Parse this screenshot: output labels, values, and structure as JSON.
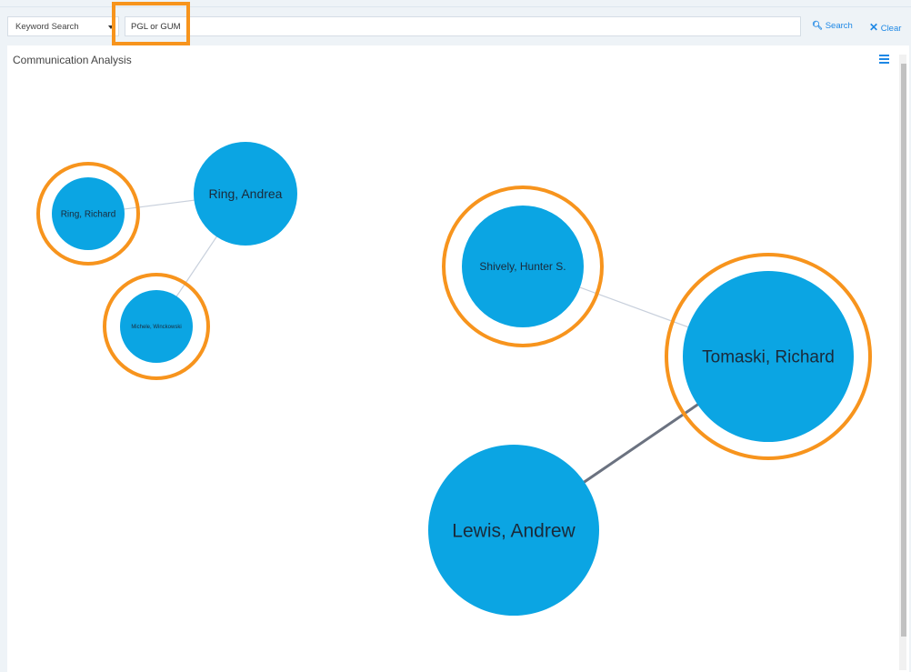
{
  "search": {
    "mode": "Keyword Search",
    "query": "PGL or GUM",
    "search_label": "Search",
    "clear_label": "Clear"
  },
  "panel": {
    "title": "Communication Analysis"
  },
  "nodes": [
    {
      "label": "Ring, Richard",
      "highlighted": true
    },
    {
      "label": "Ring, Andrea",
      "highlighted": false
    },
    {
      "label": "Michele, Winckowski",
      "highlighted": true
    },
    {
      "label": "Shively, Hunter S.",
      "highlighted": true
    },
    {
      "label": "Tomaski, Richard",
      "highlighted": true
    },
    {
      "label": "Lewis, Andrew",
      "highlighted": false
    }
  ],
  "colors": {
    "node": "#0ba5e3",
    "highlight": "#f7941d",
    "accent": "#1e88e5"
  }
}
